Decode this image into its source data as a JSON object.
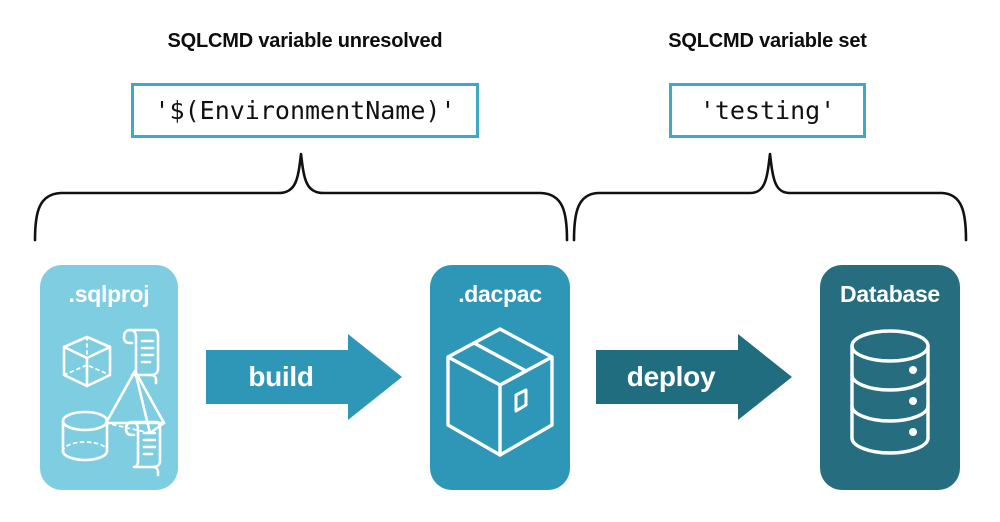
{
  "diagram": {
    "title_left": "SQLCMD variable unresolved",
    "title_right": "SQLCMD variable set",
    "value_left": "'$(EnvironmentName)'",
    "value_right": "'testing'",
    "colors": {
      "value_box_border": "#3FA9C4",
      "sqlproj_fill": "#7FCDE0",
      "dacpac_fill": "#2E97B7",
      "database_fill": "#256D7F",
      "build_arrow_fill": "#2E97B7",
      "deploy_arrow_fill": "#216D80",
      "brace_stroke": "#111111",
      "heading_text": "#0D0D0D",
      "card_text": "#FFFFFF"
    },
    "stages": [
      {
        "id": "sqlproj",
        "label": ".sqlproj",
        "art": "geometry-shapes-and-scrolls-icon"
      },
      {
        "id": "dacpac",
        "label": ".dacpac",
        "art": "package-box-icon"
      },
      {
        "id": "database",
        "label": "Database",
        "art": "database-cylinder-icon"
      }
    ],
    "arrows": [
      {
        "id": "build",
        "label": "build"
      },
      {
        "id": "deploy",
        "label": "deploy"
      }
    ],
    "braces": [
      {
        "id": "brace-left",
        "covers": "sqlproj-to-dacpac"
      },
      {
        "id": "brace-right",
        "covers": "dacpac-to-database"
      }
    ]
  }
}
